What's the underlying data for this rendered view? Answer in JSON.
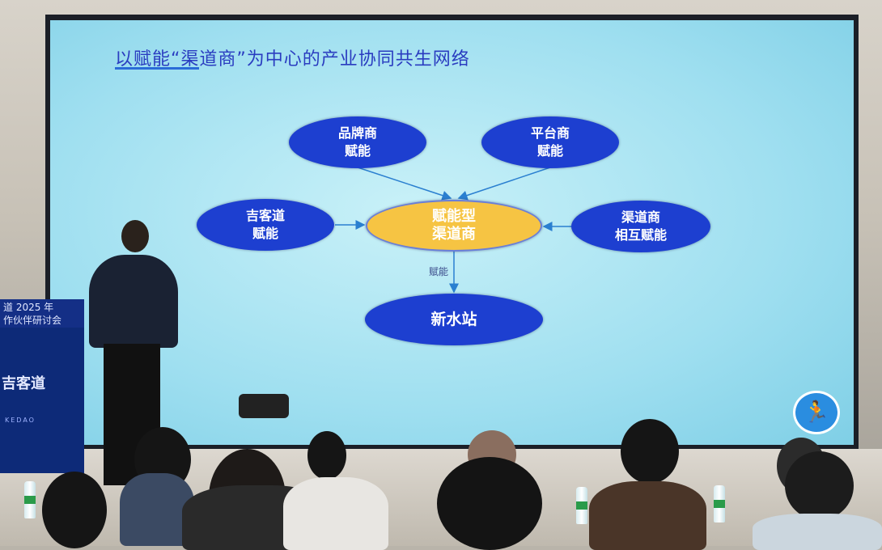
{
  "slide": {
    "title": "以赋能“渠道商”为中心的产业协同共生网络",
    "nodes": {
      "brand": "品牌商\n赋能",
      "platform": "平台商\n赋能",
      "jikedao": "吉客道\n赋能",
      "center": "赋能型\n渠道商",
      "mutual": "渠道商\n相互赋能",
      "water": "新水站"
    },
    "arrow_label": "赋能",
    "colors": {
      "node": "#1d3fd0",
      "center": "#f6c443",
      "background": "#a8e3f2"
    }
  },
  "podium": {
    "banner_line1": "道 2025 年",
    "banner_line2": "作伙伴研讨会",
    "logo_text": "吉客道",
    "logo_sub": "KEDAO"
  }
}
